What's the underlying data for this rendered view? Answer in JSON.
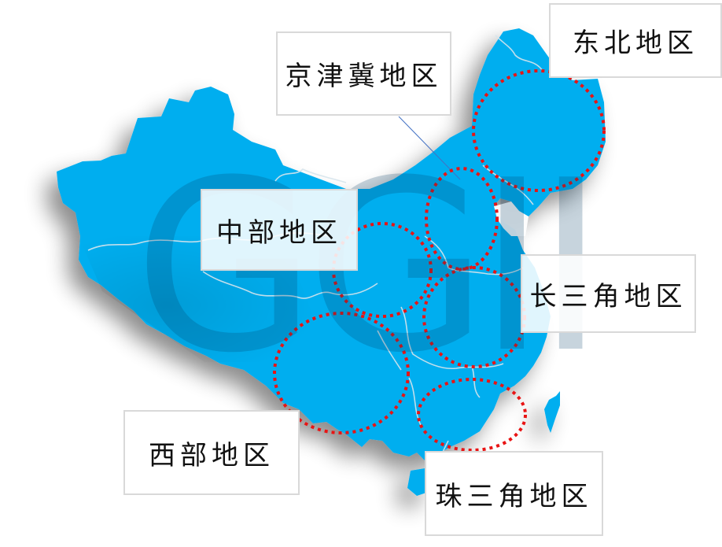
{
  "map": {
    "country": "China",
    "fill_color": "#00AEEF",
    "border_color": "#D6E4EC",
    "shadow_color": "#BFBFBF",
    "highlight_stroke_color": "#E81414"
  },
  "watermark": {
    "text": "GGII"
  },
  "regions": [
    {
      "id": "northeast",
      "label": "东北地区"
    },
    {
      "id": "jingjinji",
      "label": "京津冀地区"
    },
    {
      "id": "central",
      "label": "中部地区"
    },
    {
      "id": "yangtze-delta",
      "label": "长三角地区"
    },
    {
      "id": "western",
      "label": "西部地区"
    },
    {
      "id": "pearl-delta",
      "label": "珠三角地区"
    }
  ]
}
